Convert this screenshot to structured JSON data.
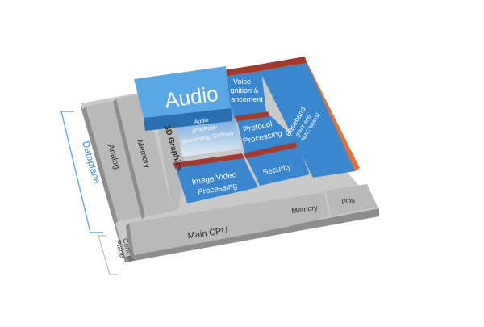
{
  "colors": {
    "blue_block": "#3a86cf",
    "blue_light": "#5aa7e6",
    "gray_block": "#b9b9b9",
    "gray_side": "#8d8d8d",
    "red_edge": "#a33a30",
    "orange_edge": "#e2703a",
    "bracket": "#6aa6dd",
    "label_dark": "#2b2b2b",
    "label_light": "#ffffff"
  },
  "side_labels": {
    "dataplane": "Dataplane",
    "control_plane_line1": "Control",
    "control_plane_line2": "Plane"
  },
  "blocks": {
    "analog": "Analog",
    "memory_left": "Memory",
    "graphics_3d": "3D Graphics",
    "audio": "Audio",
    "voice_line1": "Voice",
    "voice_line2": "gnition &",
    "voice_line3": "ancement",
    "baseband_line1": "Baseband",
    "baseband_line2": "(PHY and",
    "baseband_line3": "MAC layers)",
    "audio_sub_line1": "Audio",
    "audio_sub_line2": "(Pre/Post-",
    "audio_sub_line3": "processing, Codecs)",
    "protocol_line1": "Protocol",
    "protocol_line2": "Processing",
    "image_line1": "Image/Video",
    "image_line2": "Processing",
    "security": "Security",
    "main_cpu": "Main CPU",
    "memory_bottom": "Memory",
    "ios": "I/Os"
  }
}
